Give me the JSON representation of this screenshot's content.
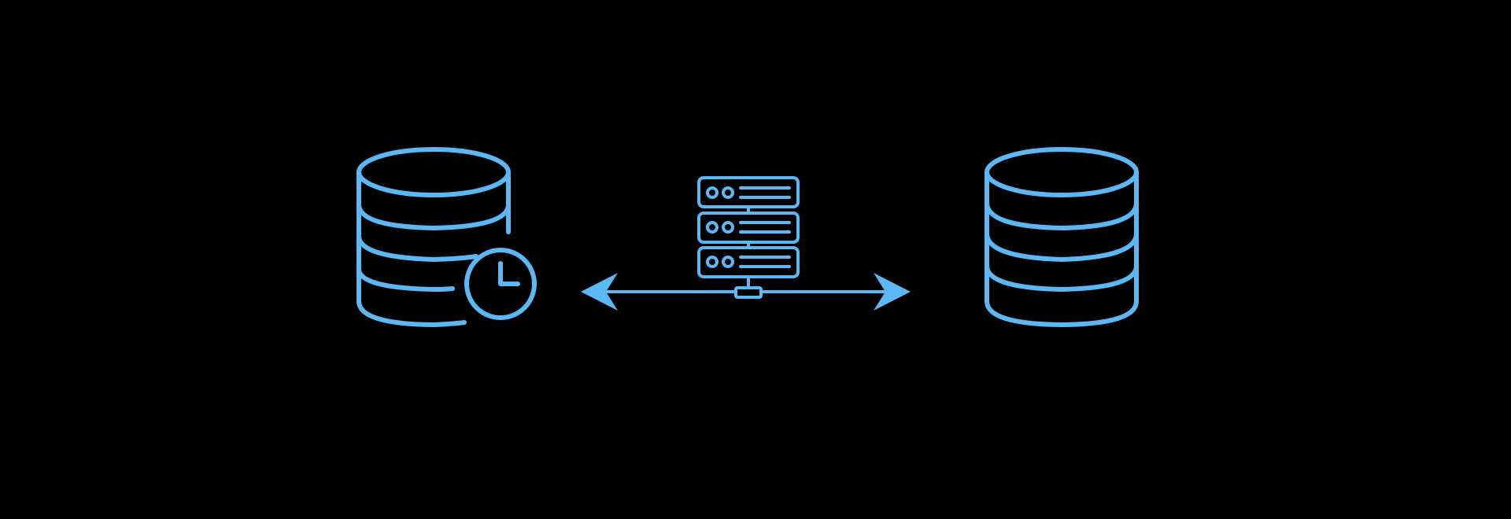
{
  "colors": {
    "background": "#000000",
    "icon": "#5BB8F5"
  },
  "diagram": {
    "nodes": [
      {
        "id": "source",
        "icon": "database-clock-icon"
      },
      {
        "id": "middle",
        "icon": "server-rack-network-icon"
      },
      {
        "id": "target",
        "icon": "database-icon"
      }
    ],
    "connector": {
      "icon": "double-headed-arrow-icon",
      "direction": "bidirectional"
    }
  }
}
